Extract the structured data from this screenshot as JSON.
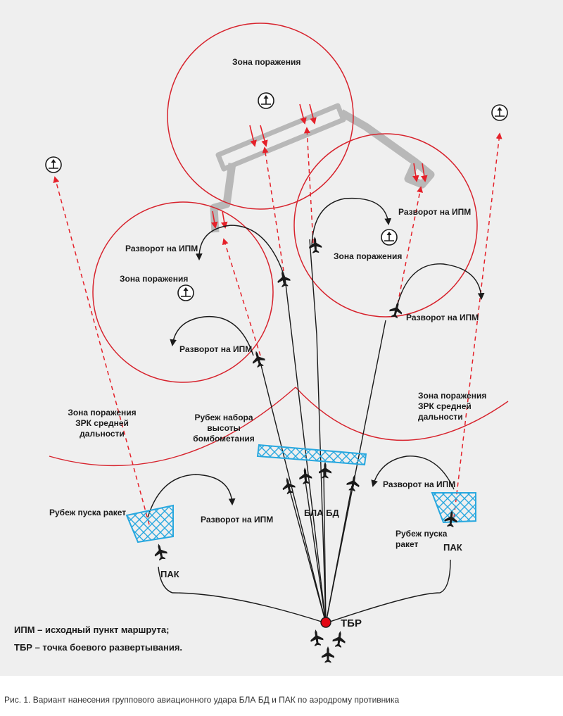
{
  "labels": {
    "kill_zone": "Зона поражения",
    "ipm_turn": "Разворот на ИПМ",
    "mid_range_zone": [
      "Зона поражения",
      "ЗРК средней",
      "дальности"
    ],
    "bombing_climb_line": [
      "Рубеж набора",
      "высоты",
      "бомбометания"
    ],
    "missile_launch_line": "Рубеж пуска ракет",
    "launch_line_right": [
      "Рубеж пуска",
      "ракет"
    ],
    "uav": "БЛА БД",
    "pak": "ПАК",
    "tbr": "ТБР"
  },
  "legend": {
    "line1": "ИПМ – исходный пункт маршрута;",
    "line2": "ТБР – точка боевого развертывания."
  },
  "caption": "Рис. 1. Вариант нанесения группового авиационного удара БЛА БД и ПАК по аэродрому противника",
  "colors": {
    "zone": "#d7232d",
    "missile_track": "#e5212a",
    "route": "#1a1a1a",
    "runway": "#b8b8b8",
    "launch_box": "#29a8df",
    "tbr_point": "#e30613",
    "background": "#efefef"
  },
  "icons": {
    "sam": "sam-launcher-icon",
    "aircraft": "aircraft-icon"
  }
}
